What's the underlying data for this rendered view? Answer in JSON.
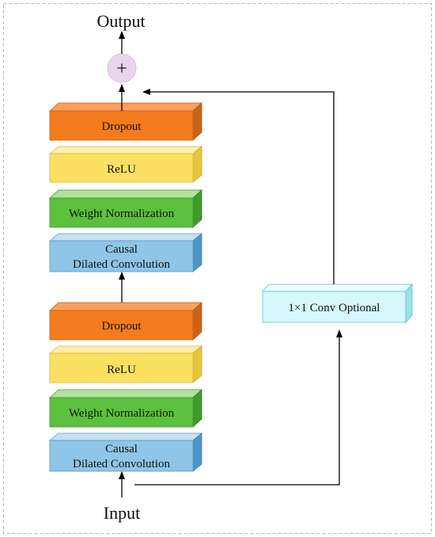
{
  "title": "Output",
  "input_label": "Input",
  "sum_symbol": "+",
  "colors": {
    "dropout": "#f47c1f",
    "relu": "#fce062",
    "weightnorm": "#5cc03f",
    "causal": "#8ec5e8",
    "conv": "#d6f7fb",
    "sum": "#e8d6ec"
  },
  "upper_stack": {
    "dropout": "Dropout",
    "relu": "ReLU",
    "weight_norm": "Weight Normalization",
    "causal_line1": "Causal",
    "causal_line2": "Dilated Convolution"
  },
  "lower_stack": {
    "dropout": "Dropout",
    "relu": "ReLU",
    "weight_norm": "Weight Normalization",
    "causal_line1": "Causal",
    "causal_line2": "Dilated Convolution"
  },
  "residual": {
    "conv_label": "1×1 Conv Optional"
  }
}
